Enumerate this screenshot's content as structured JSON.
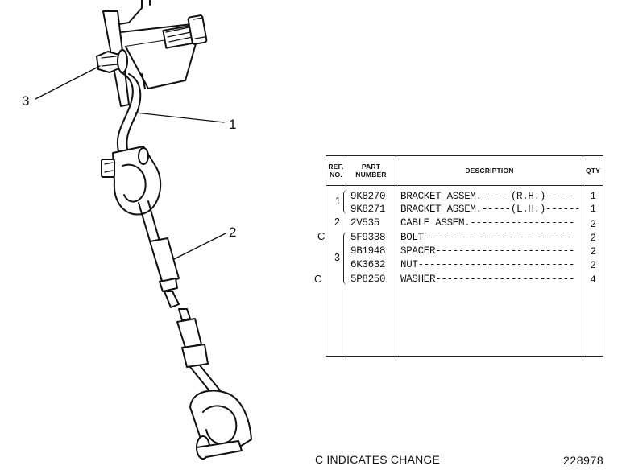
{
  "callouts": {
    "c1": "1",
    "c2": "2",
    "c3": "3"
  },
  "table": {
    "headers": {
      "ref": "REF.\nNO.",
      "part": "PART\nNUMBER",
      "desc": "DESCRIPTION",
      "qty": "QTY"
    },
    "rows": [
      {
        "part": "9K8270",
        "desc": "BRACKET ASSEM.-----(R.H.)-----",
        "qty": "1"
      },
      {
        "part": "9K8271",
        "desc": "BRACKET ASSEM.-----(L.H.)------",
        "qty": "1"
      },
      {
        "part": "2V535",
        "desc": "CABLE ASSEM.------------------",
        "qty": "2"
      },
      {
        "part": "5F9338",
        "desc": "BOLT--------------------------",
        "qty": "2"
      },
      {
        "part": "9B1948",
        "desc": "SPACER------------------------",
        "qty": "2"
      },
      {
        "part": "6K3632",
        "desc": "NUT---------------------------",
        "qty": "2"
      },
      {
        "part": "5P8250",
        "desc": "WASHER------------------------",
        "qty": "4"
      }
    ],
    "ref_labels": {
      "r1": "1",
      "r2": "2",
      "r3": "3"
    },
    "change_marks": {
      "m1": "C",
      "m2": "C"
    }
  },
  "footer": {
    "legend": "C INDICATES CHANGE",
    "drawing_number": "228978"
  }
}
